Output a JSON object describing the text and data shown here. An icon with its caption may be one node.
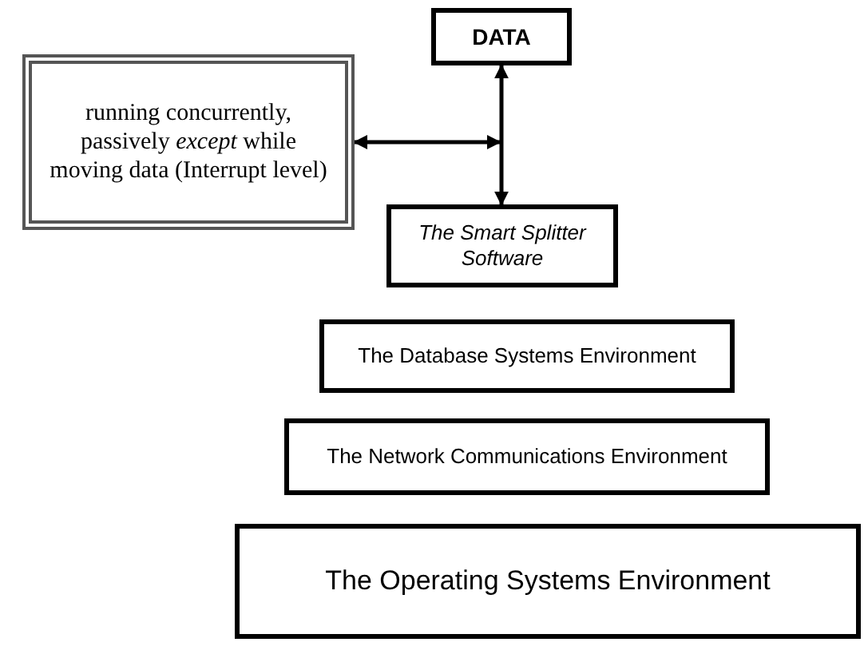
{
  "diagram": {
    "nodes": [
      {
        "text": [
          "DATA"
        ]
      },
      {
        "text": [
          "running concurrently, passively *except* while moving data (Interrupt level)"
        ]
      },
      {
        "text": [
          "The Smart Splitter Software"
        ]
      },
      {
        "text": [
          "The Database Systems Environment"
        ]
      },
      {
        "text": [
          "The Network Communications Environment"
        ]
      },
      {
        "text": [
          "The Operating Systems Environment"
        ]
      }
    ],
    "edges": [
      {
        "from": 0,
        "to": 2,
        "arrow": "both"
      },
      {
        "from": 1,
        "to": null,
        "arrow": "both"
      }
    ]
  }
}
